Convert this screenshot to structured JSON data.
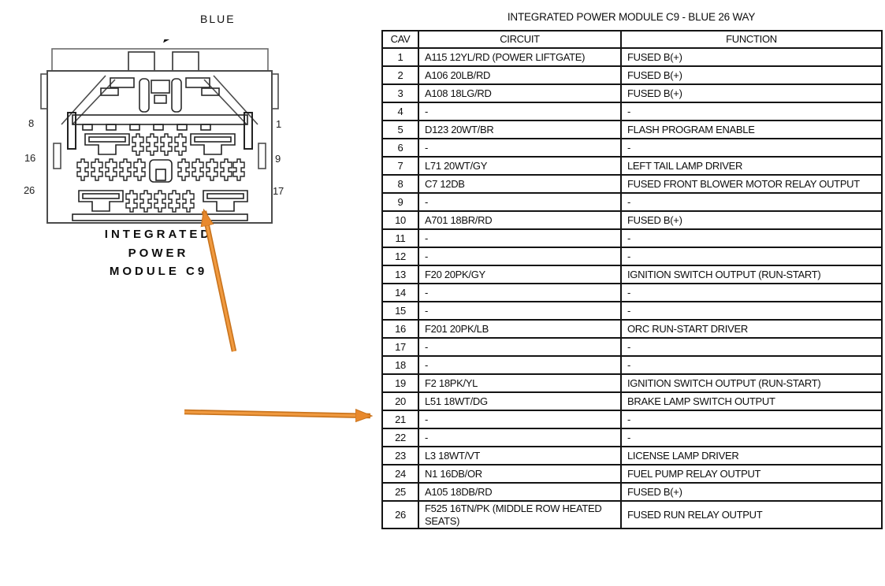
{
  "diagram": {
    "color_callout": "BLUE",
    "module_label": {
      "line1": "INTEGRATED",
      "line2": "POWER",
      "line3": "MODULE C9"
    },
    "pin_labels": {
      "row1_left": "8",
      "row1_right": "1",
      "row2_left": "16",
      "row2_right": "9",
      "row3_left": "26",
      "row3_right": "17"
    },
    "arrow_color": "#E8892D"
  },
  "table": {
    "title": "INTEGRATED POWER MODULE C9 - BLUE 26 WAY",
    "headers": {
      "cav": "CAV",
      "circuit": "CIRCUIT",
      "function": "FUNCTION"
    },
    "rows": [
      [
        "1",
        "A115 12YL/RD (POWER LIFTGATE)",
        "FUSED B(+)"
      ],
      [
        "2",
        "A106 20LB/RD",
        "FUSED B(+)"
      ],
      [
        "3",
        "A108 18LG/RD",
        "FUSED B(+)"
      ],
      [
        "4",
        "-",
        "-"
      ],
      [
        "5",
        "D123 20WT/BR",
        "FLASH PROGRAM ENABLE"
      ],
      [
        "6",
        "-",
        "-"
      ],
      [
        "7",
        "L71 20WT/GY",
        "LEFT TAIL LAMP DRIVER"
      ],
      [
        "8",
        "C7 12DB",
        "FUSED FRONT BLOWER MOTOR RELAY OUTPUT"
      ],
      [
        "9",
        "-",
        "-"
      ],
      [
        "10",
        "A701 18BR/RD",
        "FUSED B(+)"
      ],
      [
        "11",
        "-",
        "-"
      ],
      [
        "12",
        "-",
        "-"
      ],
      [
        "13",
        "F20 20PK/GY",
        "IGNITION SWITCH OUTPUT (RUN-START)"
      ],
      [
        "14",
        "-",
        "-"
      ],
      [
        "15",
        "-",
        "-"
      ],
      [
        "16",
        "F201 20PK/LB",
        "ORC RUN-START DRIVER"
      ],
      [
        "17",
        "-",
        "-"
      ],
      [
        "18",
        "-",
        "-"
      ],
      [
        "19",
        "F2 18PK/YL",
        "IGNITION SWITCH OUTPUT (RUN-START)"
      ],
      [
        "20",
        "L51 18WT/DG",
        "BRAKE LAMP SWITCH OUTPUT"
      ],
      [
        "21",
        "-",
        "-"
      ],
      [
        "22",
        "-",
        "-"
      ],
      [
        "23",
        "L3 18WT/VT",
        "LICENSE LAMP DRIVER"
      ],
      [
        "24",
        "N1 16DB/OR",
        "FUEL PUMP RELAY OUTPUT"
      ],
      [
        "25",
        "A105 18DB/RD",
        "FUSED B(+)"
      ],
      [
        "26",
        "F525 16TN/PK (MIDDLE ROW HEATED SEATS)",
        "FUSED RUN RELAY OUTPUT"
      ]
    ]
  }
}
